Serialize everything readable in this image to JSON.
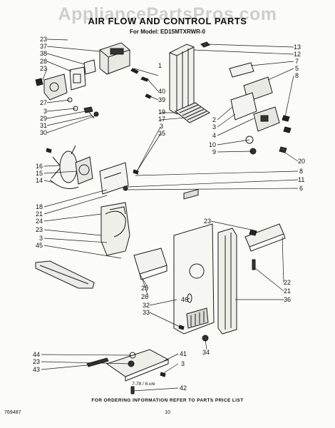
{
  "watermark": "AppliancePartsPros.com",
  "title": "AIR FLOW AND CONTROL PARTS",
  "model": "For Model: ED15MTXRWR-0",
  "footer": "FOR ORDERING INFORMATION REFER TO PARTS PRICE LIST",
  "reference_number": "769487",
  "page_number": "10",
  "date_code": "7-78 / 6.v/e",
  "callouts": [
    {
      "id": "c1",
      "text": "23"
    },
    {
      "id": "c2",
      "text": "37"
    },
    {
      "id": "c3",
      "text": "38"
    },
    {
      "id": "c4",
      "text": "28"
    },
    {
      "id": "c5",
      "text": "23"
    },
    {
      "id": "c6",
      "text": "27"
    },
    {
      "id": "c7",
      "text": "3"
    },
    {
      "id": "c8",
      "text": "29"
    },
    {
      "id": "c9",
      "text": "31"
    },
    {
      "id": "c10",
      "text": "30"
    },
    {
      "id": "c11",
      "text": "1"
    },
    {
      "id": "c12",
      "text": "40"
    },
    {
      "id": "c13",
      "text": "39"
    },
    {
      "id": "c14",
      "text": "19"
    },
    {
      "id": "c15",
      "text": "17"
    },
    {
      "id": "c16",
      "text": "3"
    },
    {
      "id": "c17",
      "text": "35"
    },
    {
      "id": "c18",
      "text": "13"
    },
    {
      "id": "c19",
      "text": "12"
    },
    {
      "id": "c20",
      "text": "7"
    },
    {
      "id": "c21",
      "text": "5"
    },
    {
      "id": "c22",
      "text": "8"
    },
    {
      "id": "c23",
      "text": "2"
    },
    {
      "id": "c24",
      "text": "3"
    },
    {
      "id": "c25",
      "text": "4"
    },
    {
      "id": "c26",
      "text": "10"
    },
    {
      "id": "c27",
      "text": "9"
    },
    {
      "id": "c28",
      "text": "20"
    },
    {
      "id": "c29",
      "text": "8"
    },
    {
      "id": "c30",
      "text": "11"
    },
    {
      "id": "c31",
      "text": "6"
    },
    {
      "id": "c32",
      "text": "16"
    },
    {
      "id": "c33",
      "text": "15"
    },
    {
      "id": "c34",
      "text": "14"
    },
    {
      "id": "c35",
      "text": "18"
    },
    {
      "id": "c36",
      "text": "21"
    },
    {
      "id": "c37",
      "text": "24"
    },
    {
      "id": "c38",
      "text": "23"
    },
    {
      "id": "c39",
      "text": "3"
    },
    {
      "id": "c40",
      "text": "45"
    },
    {
      "id": "c41",
      "text": "23"
    },
    {
      "id": "c42",
      "text": "22"
    },
    {
      "id": "c43",
      "text": "21"
    },
    {
      "id": "c44",
      "text": "36"
    },
    {
      "id": "c45",
      "text": "25"
    },
    {
      "id": "c46",
      "text": "26"
    },
    {
      "id": "c47",
      "text": "32"
    },
    {
      "id": "c48",
      "text": "33"
    },
    {
      "id": "c49",
      "text": "46"
    },
    {
      "id": "c50",
      "text": "34"
    },
    {
      "id": "c51",
      "text": "44"
    },
    {
      "id": "c52",
      "text": "23"
    },
    {
      "id": "c53",
      "text": "43"
    },
    {
      "id": "c54",
      "text": "41"
    },
    {
      "id": "c55",
      "text": "3"
    },
    {
      "id": "c56",
      "text": "42"
    }
  ]
}
